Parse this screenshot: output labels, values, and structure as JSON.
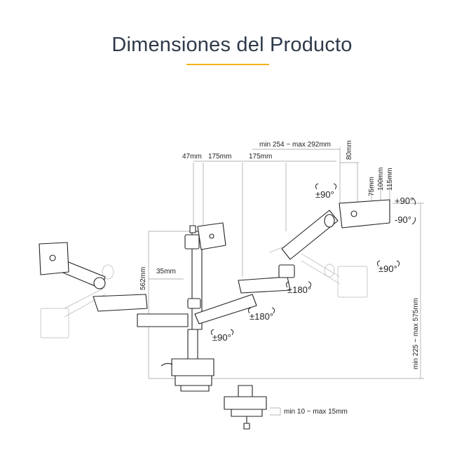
{
  "header": {
    "title": "Dimensiones del Producto",
    "accent_color": "#f5b21b"
  },
  "dimensions": {
    "pole_offset": "47mm",
    "arm_segment_1": "175mm",
    "arm_segment_2": "175mm",
    "arm_extension": "min 254 ~ max 292mm",
    "vesa_offset": "80mm",
    "vesa_75": "75mm",
    "vesa_100": "100mm",
    "vesa_115": "115mm",
    "pole_height": "562mm",
    "pole_diameter": "35mm",
    "vertical_range": "min 225 ~ max 575mm",
    "desk_thickness": "min 10 ~ max 15mm"
  },
  "rotations": {
    "tilt_up": "+90°",
    "tilt_down": "-90°",
    "swivel_head_right": "±90°",
    "swivel_head_right2": "±90°",
    "swivel_arm_upper": "±180°",
    "swivel_arm_lower": "±180°",
    "swivel_base": "±90°"
  },
  "colors": {
    "line": "#222222",
    "ghost": "#c8c8c8",
    "dimension_line": "#9a9a9a"
  }
}
